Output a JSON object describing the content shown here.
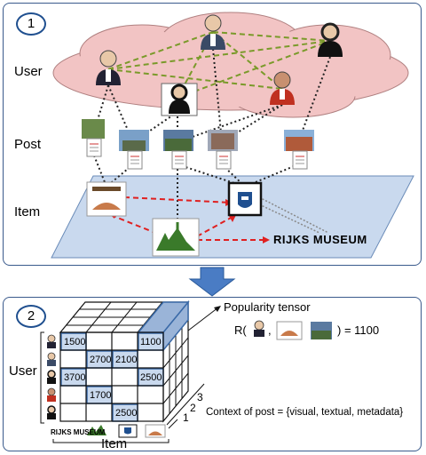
{
  "panel1": {
    "step": "1",
    "row_labels": {
      "user": "User",
      "post": "Post",
      "item": "Item"
    },
    "museum_label": "RIJKS MUSEUM"
  },
  "panel2": {
    "step": "2",
    "title": "Popularity tensor",
    "formula_prefix": "R(",
    "formula_comma": ",",
    "formula_suffix": ") = 1100",
    "user_axis": "User",
    "item_axis": "Item",
    "context_label": "Context of post = {visual, textual, metadata}",
    "depth_ticks": [
      "1",
      "2",
      "3"
    ],
    "museum_label": "RIJKS MUSEUM",
    "cells": [
      "1500",
      "1100",
      "2700",
      "2100",
      "3700",
      "2500",
      "1700",
      "2500"
    ]
  },
  "colors": {
    "accent": "#1f4f8f",
    "cloud": "#f2c4c4",
    "plane": "#c9d9ee",
    "arrow": "#4a7cc4",
    "dash_green": "#7a9a2a",
    "dash_red": "#e02020"
  }
}
